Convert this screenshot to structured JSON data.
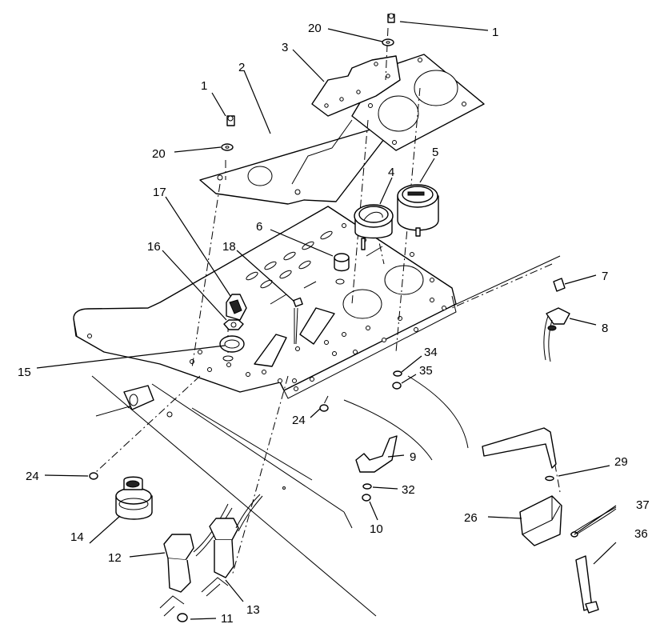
{
  "callouts": [
    {
      "id": "c1a",
      "text": "1"
    },
    {
      "id": "c20a",
      "text": "20"
    },
    {
      "id": "c3",
      "text": "3"
    },
    {
      "id": "c2",
      "text": "2"
    },
    {
      "id": "c1b",
      "text": "1"
    },
    {
      "id": "c20b",
      "text": "20"
    },
    {
      "id": "c17",
      "text": "17"
    },
    {
      "id": "c5",
      "text": "5"
    },
    {
      "id": "c4",
      "text": "4"
    },
    {
      "id": "c6",
      "text": "6"
    },
    {
      "id": "c16",
      "text": "16"
    },
    {
      "id": "c18",
      "text": "18"
    },
    {
      "id": "c7",
      "text": "7"
    },
    {
      "id": "c8",
      "text": "8"
    },
    {
      "id": "c15",
      "text": "15"
    },
    {
      "id": "c34",
      "text": "34"
    },
    {
      "id": "c35",
      "text": "35"
    },
    {
      "id": "c24a",
      "text": "24"
    },
    {
      "id": "c9",
      "text": "9"
    },
    {
      "id": "c29",
      "text": "29"
    },
    {
      "id": "c24b",
      "text": "24"
    },
    {
      "id": "c32",
      "text": "32"
    },
    {
      "id": "c37",
      "text": "37"
    },
    {
      "id": "c26",
      "text": "26"
    },
    {
      "id": "c10",
      "text": "10"
    },
    {
      "id": "c36",
      "text": "36"
    },
    {
      "id": "c14",
      "text": "14"
    },
    {
      "id": "c12",
      "text": "12"
    },
    {
      "id": "c11",
      "text": "11"
    },
    {
      "id": "c13",
      "text": "13"
    }
  ]
}
